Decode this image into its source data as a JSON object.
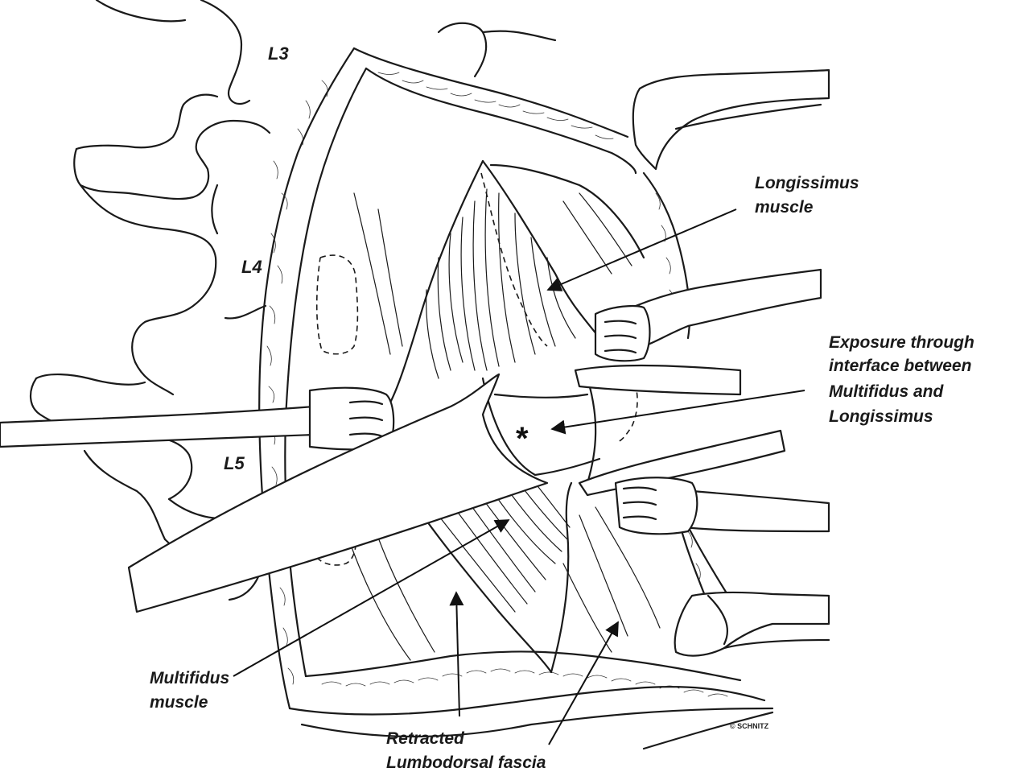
{
  "vertebra_labels": {
    "l3": "L3",
    "l4": "L4",
    "l5": "L5"
  },
  "annotations": {
    "longissimus": [
      "Longissimus",
      "muscle"
    ],
    "exposure": [
      "Exposure through",
      "interface between",
      "Multifidus and",
      "Longissimus"
    ],
    "multifidus": [
      "Multifidus",
      "muscle"
    ],
    "fascia": [
      "Retracted",
      "Lumbodorsal fascia"
    ],
    "asterisk": "*"
  },
  "copyright": "© SCHNITZ",
  "colors": {
    "ink": "#1a1a1a",
    "background": "#ffffff"
  }
}
